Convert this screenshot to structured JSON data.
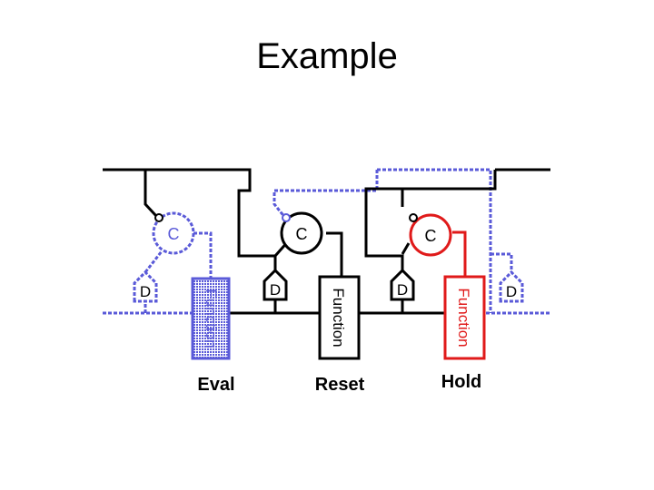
{
  "title": "Example",
  "colors": {
    "active": "#000000",
    "eval": "#5a5ad8",
    "hold": "#e01a1a",
    "background": "#ffffff"
  },
  "nodes": {
    "c_label": "C",
    "d_label": "D"
  },
  "blocks": {
    "function_label": "Function"
  },
  "stages": {
    "eval": "Eval",
    "reset": "Reset",
    "hold": "Hold"
  }
}
